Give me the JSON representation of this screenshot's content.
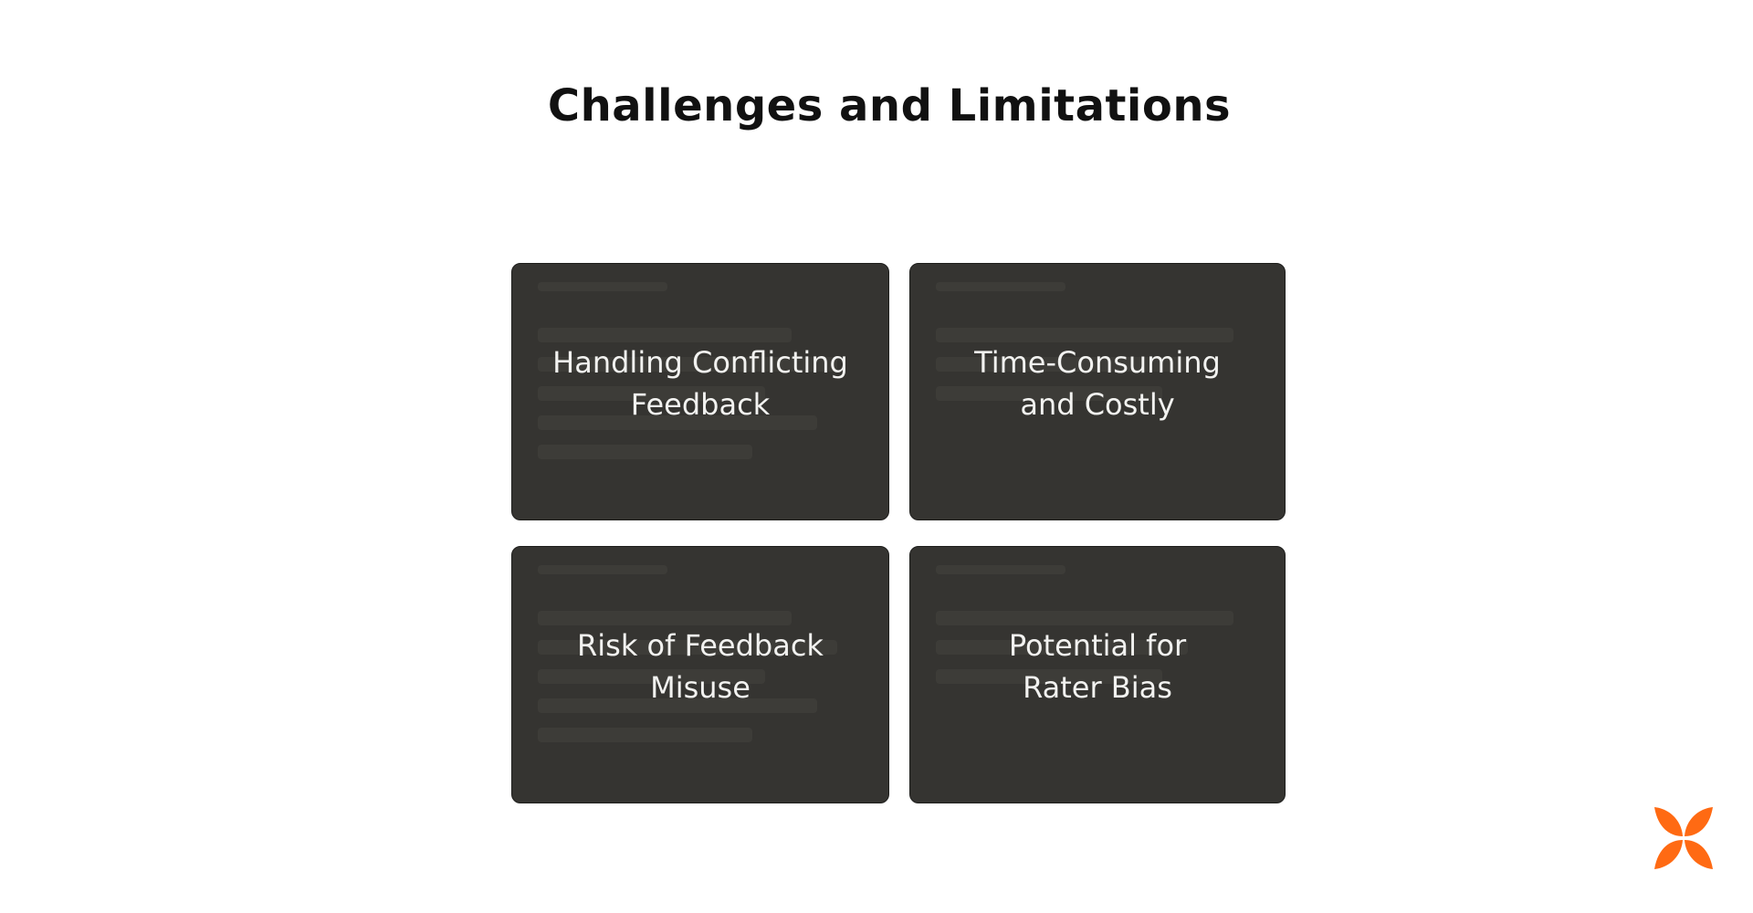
{
  "title": "Challenges and Limitations",
  "cards": [
    {
      "label": "Handling Conflicting\nFeedback"
    },
    {
      "label": "Time-Consuming\nand Costly"
    },
    {
      "label": "Risk of Feedback\nMisuse"
    },
    {
      "label": "Potential for\nRater Bias"
    }
  ],
  "colors": {
    "background": "#ffffff",
    "title": "#111111",
    "card_bg": "#353431",
    "card_text": "#f2f2f0",
    "logo": "#ff6a13"
  },
  "logo_icon": "orange-butterfly-logo-icon"
}
